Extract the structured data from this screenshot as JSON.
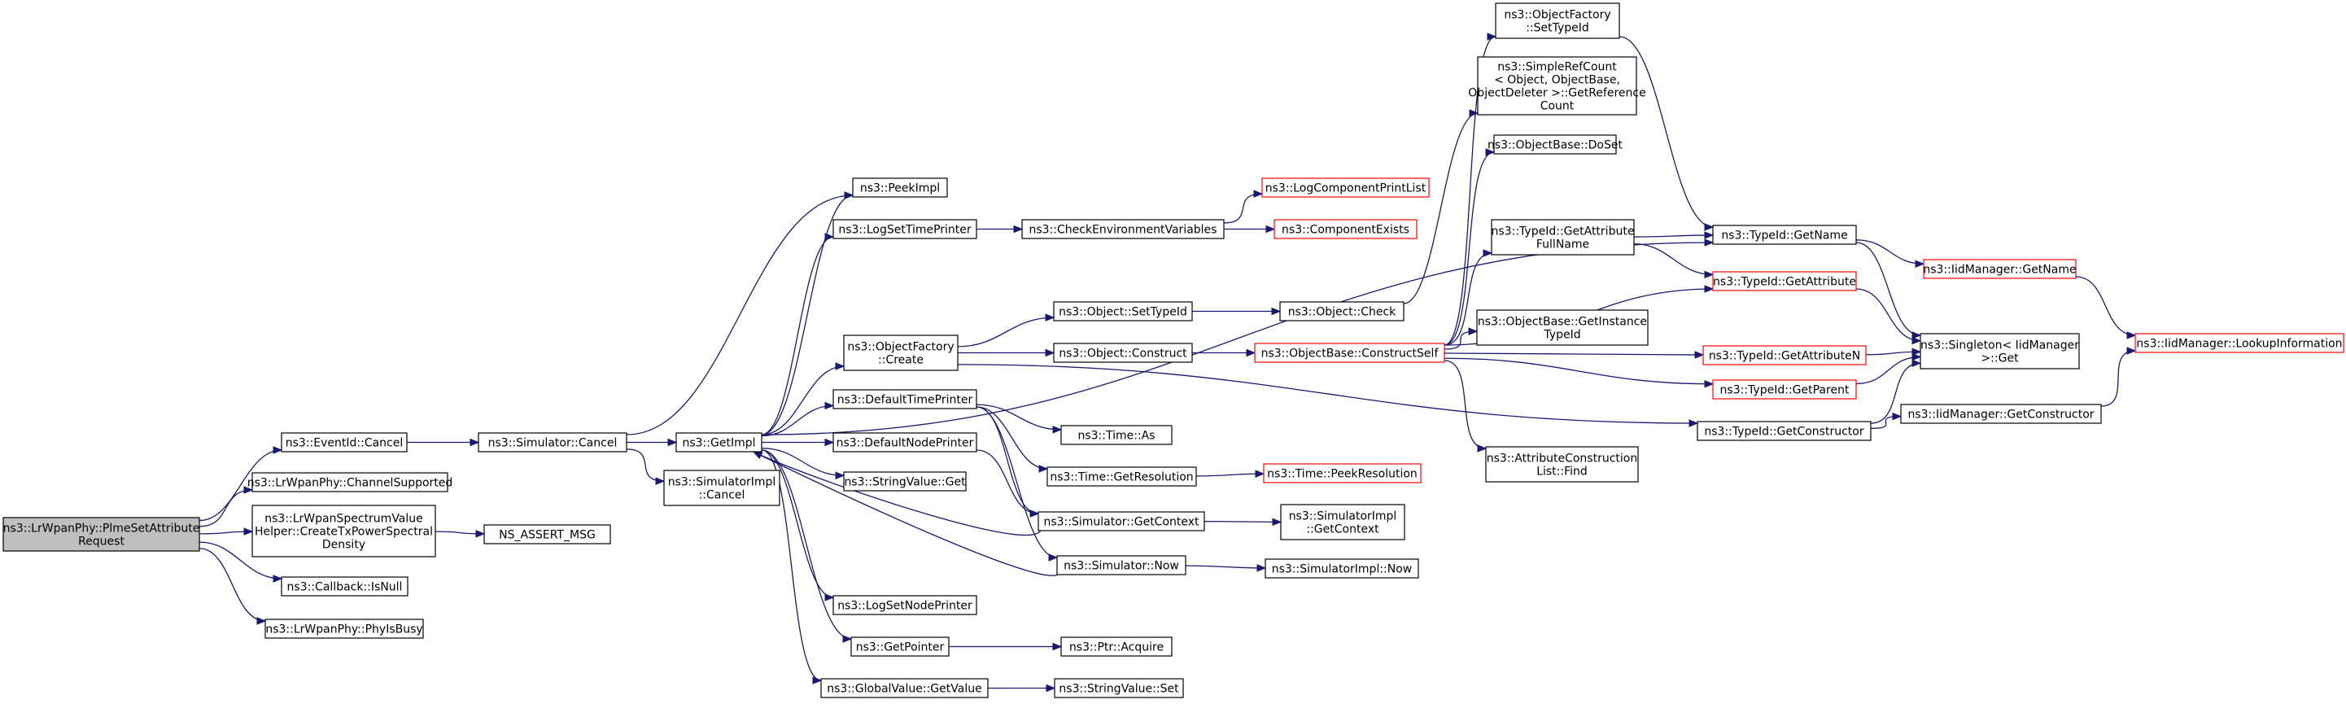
{
  "colors": {
    "edge": "#191970",
    "node_border": "#000000",
    "truncated_border": "#ff0000",
    "root_fill": "#bfbfbf",
    "node_fill": "#ffffff"
  },
  "nodes": [
    {
      "id": "root",
      "lines": [
        "ns3::LrWpanPhy::PlmeSetAttribute",
        "Request"
      ],
      "style": "root"
    },
    {
      "id": "eventid_cancel",
      "lines": [
        "ns3::EventId::Cancel"
      ]
    },
    {
      "id": "channel_supported",
      "lines": [
        "ns3::LrWpanPhy::ChannelSupported"
      ]
    },
    {
      "id": "create_tx_psd",
      "lines": [
        "ns3::LrWpanSpectrumValue",
        "Helper::CreateTxPowerSpectral",
        "Density"
      ]
    },
    {
      "id": "callback_isnull",
      "lines": [
        "ns3::Callback::IsNull"
      ]
    },
    {
      "id": "phy_isbusy",
      "lines": [
        "ns3::LrWpanPhy::PhyIsBusy"
      ]
    },
    {
      "id": "ns_assert_msg",
      "lines": [
        "NS_ASSERT_MSG"
      ]
    },
    {
      "id": "simulator_cancel",
      "lines": [
        "ns3::Simulator::Cancel"
      ]
    },
    {
      "id": "getimpl",
      "lines": [
        "ns3::GetImpl"
      ]
    },
    {
      "id": "simimpl_cancel",
      "lines": [
        "ns3::SimulatorImpl",
        "::Cancel"
      ]
    },
    {
      "id": "peekimpl",
      "lines": [
        "ns3::PeekImpl"
      ]
    },
    {
      "id": "logsettimeprinter",
      "lines": [
        "ns3::LogSetTimePrinter"
      ]
    },
    {
      "id": "objectfactory_create",
      "lines": [
        "ns3::ObjectFactory",
        "::Create"
      ]
    },
    {
      "id": "defaulttimeprinter",
      "lines": [
        "ns3::DefaultTimePrinter"
      ]
    },
    {
      "id": "defaultnodeprinter",
      "lines": [
        "ns3::DefaultNodePrinter"
      ]
    },
    {
      "id": "stringvalue_get",
      "lines": [
        "ns3::StringValue::Get"
      ]
    },
    {
      "id": "logsetnodeprinter",
      "lines": [
        "ns3::LogSetNodePrinter"
      ]
    },
    {
      "id": "getpointer",
      "lines": [
        "ns3::GetPointer"
      ]
    },
    {
      "id": "globalvalue_getvalue",
      "lines": [
        "ns3::GlobalValue::GetValue"
      ]
    },
    {
      "id": "checkenvvars",
      "lines": [
        "ns3::CheckEnvironmentVariables"
      ]
    },
    {
      "id": "logcomponentprintlist",
      "lines": [
        "ns3::LogComponentPrintList"
      ],
      "style": "red"
    },
    {
      "id": "componentexists",
      "lines": [
        "ns3::ComponentExists"
      ],
      "style": "red"
    },
    {
      "id": "object_settypeid",
      "lines": [
        "ns3::Object::SetTypeId"
      ]
    },
    {
      "id": "object_construct",
      "lines": [
        "ns3::Object::Construct"
      ]
    },
    {
      "id": "object_check",
      "lines": [
        "ns3::Object::Check"
      ]
    },
    {
      "id": "objectbase_constructself",
      "lines": [
        "ns3::ObjectBase::ConstructSelf"
      ],
      "style": "red"
    },
    {
      "id": "time_as",
      "lines": [
        "ns3::Time::As"
      ]
    },
    {
      "id": "time_getresolution",
      "lines": [
        "ns3::Time::GetResolution"
      ]
    },
    {
      "id": "time_peekresolution",
      "lines": [
        "ns3::Time::PeekResolution"
      ],
      "style": "red"
    },
    {
      "id": "simulator_getcontext",
      "lines": [
        "ns3::Simulator::GetContext"
      ]
    },
    {
      "id": "simimpl_getcontext",
      "lines": [
        "ns3::SimulatorImpl",
        "::GetContext"
      ]
    },
    {
      "id": "simulator_now",
      "lines": [
        "ns3::Simulator::Now"
      ]
    },
    {
      "id": "simimpl_now",
      "lines": [
        "ns3::SimulatorImpl::Now"
      ]
    },
    {
      "id": "ptr_acquire",
      "lines": [
        "ns3::Ptr::Acquire"
      ]
    },
    {
      "id": "stringvalue_set",
      "lines": [
        "ns3::StringValue::Set"
      ]
    },
    {
      "id": "objectfactory_settypeid",
      "lines": [
        "ns3::ObjectFactory",
        "::SetTypeId"
      ]
    },
    {
      "id": "simplerefcount",
      "lines": [
        "ns3::SimpleRefCount",
        "< Object, ObjectBase,",
        "ObjectDeleter >::GetReference",
        "Count"
      ]
    },
    {
      "id": "objectbase_doset",
      "lines": [
        "ns3::ObjectBase::DoSet"
      ]
    },
    {
      "id": "typeid_getattributefullname",
      "lines": [
        "ns3::TypeId::GetAttribute",
        "FullName"
      ]
    },
    {
      "id": "objectbase_getinstancetypeid",
      "lines": [
        "ns3::ObjectBase::GetInstance",
        "TypeId"
      ]
    },
    {
      "id": "attrconstructionlist_find",
      "lines": [
        "ns3::AttributeConstruction",
        "List::Find"
      ]
    },
    {
      "id": "typeid_getname",
      "lines": [
        "ns3::TypeId::GetName"
      ]
    },
    {
      "id": "typeid_getattribute",
      "lines": [
        "ns3::TypeId::GetAttribute"
      ],
      "style": "red"
    },
    {
      "id": "typeid_getattributen",
      "lines": [
        "ns3::TypeId::GetAttributeN"
      ],
      "style": "red"
    },
    {
      "id": "typeid_getparent",
      "lines": [
        "ns3::TypeId::GetParent"
      ],
      "style": "red"
    },
    {
      "id": "typeid_getconstructor",
      "lines": [
        "ns3::TypeId::GetConstructor"
      ]
    },
    {
      "id": "iidmanager_getname",
      "lines": [
        "ns3::IidManager::GetName"
      ],
      "style": "red"
    },
    {
      "id": "singleton_get",
      "lines": [
        "ns3::Singleton< IidManager",
        ">::Get"
      ]
    },
    {
      "id": "iidmanager_getconstructor",
      "lines": [
        "ns3::IidManager::GetConstructor"
      ]
    },
    {
      "id": "iidmanager_lookupinformation",
      "lines": [
        "ns3::IidManager::LookupInformation"
      ],
      "style": "red"
    }
  ],
  "edges": [
    [
      "root",
      "eventid_cancel"
    ],
    [
      "root",
      "channel_supported"
    ],
    [
      "root",
      "create_tx_psd"
    ],
    [
      "root",
      "callback_isnull"
    ],
    [
      "root",
      "phy_isbusy"
    ],
    [
      "eventid_cancel",
      "simulator_cancel"
    ],
    [
      "create_tx_psd",
      "ns_assert_msg"
    ],
    [
      "simulator_cancel",
      "getimpl"
    ],
    [
      "simulator_cancel",
      "simimpl_cancel"
    ],
    [
      "simulator_cancel",
      "peekimpl"
    ],
    [
      "getimpl",
      "peekimpl"
    ],
    [
      "getimpl",
      "logsettimeprinter"
    ],
    [
      "getimpl",
      "objectfactory_create"
    ],
    [
      "getimpl",
      "defaulttimeprinter"
    ],
    [
      "getimpl",
      "defaultnodeprinter"
    ],
    [
      "getimpl",
      "stringvalue_get"
    ],
    [
      "getimpl",
      "logsetnodeprinter"
    ],
    [
      "getimpl",
      "getpointer"
    ],
    [
      "getimpl",
      "globalvalue_getvalue"
    ],
    [
      "getimpl",
      "typeid_getname"
    ],
    [
      "logsettimeprinter",
      "checkenvvars"
    ],
    [
      "checkenvvars",
      "logcomponentprintlist"
    ],
    [
      "checkenvvars",
      "componentexists"
    ],
    [
      "objectfactory_create",
      "object_settypeid"
    ],
    [
      "objectfactory_create",
      "object_construct"
    ],
    [
      "objectfactory_create",
      "typeid_getconstructor"
    ],
    [
      "object_settypeid",
      "object_check"
    ],
    [
      "object_construct",
      "objectbase_constructself"
    ],
    [
      "defaulttimeprinter",
      "time_as"
    ],
    [
      "defaulttimeprinter",
      "time_getresolution"
    ],
    [
      "defaulttimeprinter",
      "simulator_getcontext"
    ],
    [
      "defaulttimeprinter",
      "simulator_now"
    ],
    [
      "defaultnodeprinter",
      "simulator_getcontext"
    ],
    [
      "time_getresolution",
      "time_peekresolution"
    ],
    [
      "simulator_getcontext",
      "getimpl"
    ],
    [
      "simulator_getcontext",
      "simimpl_getcontext"
    ],
    [
      "simulator_now",
      "getimpl"
    ],
    [
      "simulator_now",
      "simimpl_now"
    ],
    [
      "getpointer",
      "ptr_acquire"
    ],
    [
      "globalvalue_getvalue",
      "stringvalue_set"
    ],
    [
      "object_check",
      "simplerefcount"
    ],
    [
      "objectbase_constructself",
      "objectfactory_settypeid"
    ],
    [
      "objectbase_constructself",
      "objectbase_doset"
    ],
    [
      "objectbase_constructself",
      "typeid_getattributefullname"
    ],
    [
      "objectbase_constructself",
      "objectbase_getinstancetypeid"
    ],
    [
      "objectbase_constructself",
      "attrconstructionlist_find"
    ],
    [
      "objectbase_constructself",
      "typeid_getattribute"
    ],
    [
      "objectbase_constructself",
      "typeid_getattributen"
    ],
    [
      "objectbase_constructself",
      "typeid_getparent"
    ],
    [
      "typeid_getattributefullname",
      "typeid_getname"
    ],
    [
      "typeid_getattributefullname",
      "typeid_getattribute"
    ],
    [
      "objectfactory_settypeid",
      "typeid_getname"
    ],
    [
      "typeid_getname",
      "iidmanager_getname"
    ],
    [
      "typeid_getname",
      "singleton_get"
    ],
    [
      "typeid_getattribute",
      "singleton_get"
    ],
    [
      "typeid_getattributen",
      "singleton_get"
    ],
    [
      "typeid_getparent",
      "singleton_get"
    ],
    [
      "typeid_getconstructor",
      "singleton_get"
    ],
    [
      "typeid_getconstructor",
      "iidmanager_getconstructor"
    ],
    [
      "iidmanager_getname",
      "iidmanager_lookupinformation"
    ],
    [
      "iidmanager_getconstructor",
      "iidmanager_lookupinformation"
    ]
  ]
}
